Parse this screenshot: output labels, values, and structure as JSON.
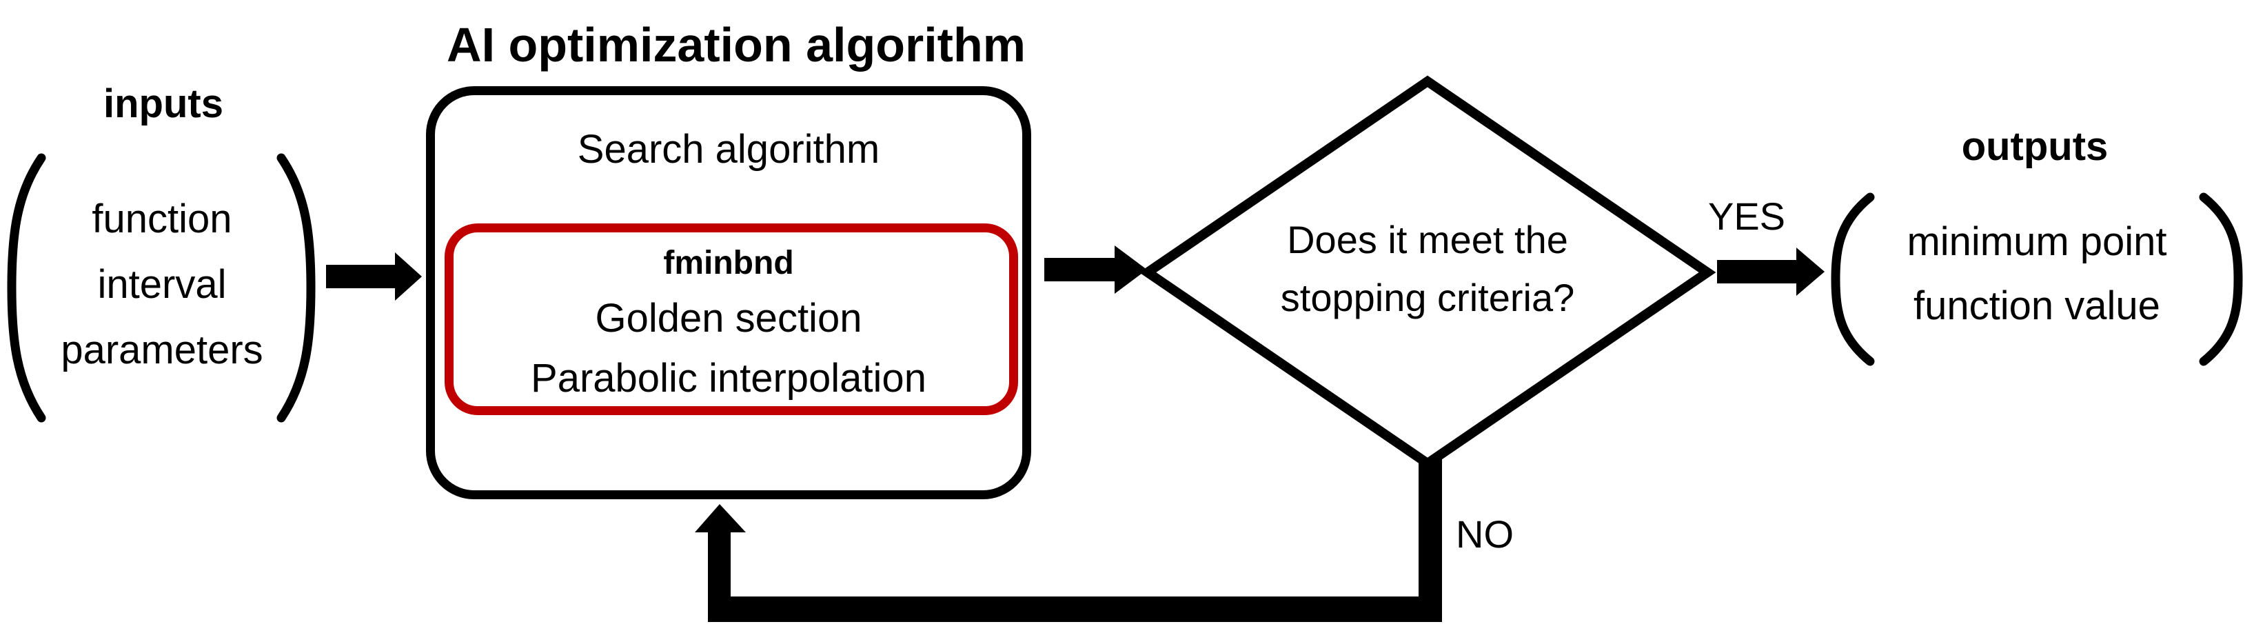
{
  "colors": {
    "ink": "#000000",
    "accent_red": "#C00000",
    "canvas": "#FFFFFF"
  },
  "inputs": {
    "label": "inputs",
    "items": [
      "function",
      "interval",
      "parameters"
    ]
  },
  "algorithm": {
    "title": "AI optimization algorithm",
    "search_label": "Search algorithm",
    "solver_name": "fminbnd",
    "methods": [
      "Golden section",
      "Parabolic interpolation"
    ]
  },
  "decision": {
    "question_line1": "Does it meet the",
    "question_line2": "stopping criteria?",
    "yes_label": "YES",
    "no_label": "NO"
  },
  "outputs": {
    "label": "outputs",
    "items": [
      "minimum point",
      "function value"
    ]
  }
}
